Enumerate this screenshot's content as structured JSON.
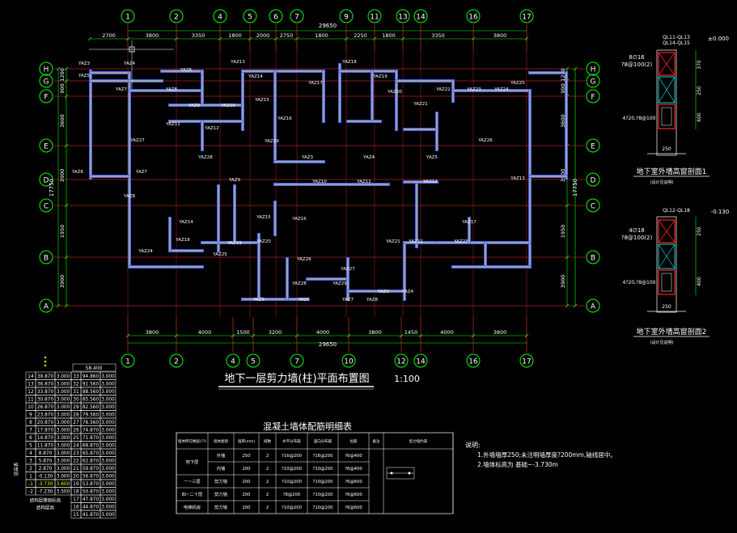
{
  "colors": {
    "background": "#000000",
    "axis_circle": "#00ff00",
    "axis_line": "#ff3333",
    "dim_line": "#00ff00",
    "wall_fill": "#a0a0a0",
    "wall_outline": "#ffffff",
    "rebar_blue": "#3a5cff",
    "label_text": "#ffffff",
    "highlight_text": "#ffff00",
    "green_text": "#00ff00",
    "grid_cell": "#ffffff",
    "section_red": "#ff2020",
    "section_cyan": "#00ffff"
  },
  "axes": {
    "top_columns": [
      "1",
      "2",
      "4",
      "5",
      "6",
      "7",
      "9",
      "11",
      "13",
      "14",
      "16",
      "17"
    ],
    "bottom_columns": [
      "1",
      "2",
      "4",
      "5",
      "7",
      "10",
      "12",
      "14",
      "16",
      "17"
    ],
    "rows_left": [
      "H",
      "G",
      "F",
      "E",
      "D",
      "C",
      "B",
      "A"
    ],
    "rows_right": [
      "H",
      "G",
      "F",
      "E",
      "D",
      "C",
      "B",
      "A"
    ]
  },
  "dimensions": {
    "top_total": "29650",
    "top_segments": [
      "2700",
      "3800",
      "3350",
      "1800",
      "2000",
      "2750",
      "1800",
      "2250",
      "1800",
      "3350",
      "3800"
    ],
    "bottom_segments": [
      "3800",
      "4000",
      "1500",
      "3200",
      "4000",
      "3800",
      "1450",
      "4000",
      "3800"
    ],
    "bottom_total": "29650",
    "left_segments": [
      "1200",
      "900",
      "3600",
      "3900",
      "1950",
      "3900"
    ],
    "left_total": "17750",
    "right_segments": [
      "1200",
      "900",
      "3600",
      "3900",
      "1950",
      "3900"
    ],
    "right_total": "17750"
  },
  "title": {
    "main": "地下一层剪力墙(柱)平面布置图",
    "scale": "1:100"
  },
  "section1": {
    "title": "地下室外墙高窗剖面1",
    "subtitle": "(设计见说明)",
    "top_labels": [
      "QL11-QL13",
      "QL14-QL15"
    ],
    "elevation": "±0.000",
    "rebar1": "8∅16",
    "rebar2": "?8@100(2)",
    "rebar3": "4?20,?8@100",
    "dims": [
      "370",
      "250",
      "600",
      "250"
    ]
  },
  "section2": {
    "title": "地下室外墙高窗剖面2",
    "subtitle": "(设计见说明)",
    "top_label": "QL12-QL18",
    "elevation": "-0.130",
    "rebar1": "4∅18",
    "rebar2": "?8@100(2)",
    "rebar3": "4?20,?8@100",
    "dims": [
      "250",
      "400",
      "250"
    ]
  },
  "floor_table": {
    "rows": [
      [
        "14",
        "39.870",
        "3.000",
        "33",
        "94.860",
        "3.000"
      ],
      [
        "13",
        "36.870",
        "3.000",
        "32",
        "91.560",
        "3.000"
      ],
      [
        "12",
        "33.870",
        "3.000",
        "31",
        "88.560",
        "3.000"
      ],
      [
        "11",
        "30.870",
        "3.000",
        "30",
        "85.560",
        "3.000"
      ],
      [
        "10",
        "26.870",
        "3.000",
        "29",
        "82.560",
        "3.000"
      ],
      [
        "9",
        "23.870",
        "3.000",
        "28",
        "79.560",
        "3.000"
      ],
      [
        "8",
        "20.870",
        "3.000",
        "27",
        "76.560",
        "3.000"
      ],
      [
        "7",
        "17.870",
        "3.000",
        "26",
        "74.870",
        "3.000"
      ],
      [
        "6",
        "14.870",
        "3.000",
        "25",
        "71.870",
        "3.000"
      ],
      [
        "5",
        "11.870",
        "3.000",
        "24",
        "68.870",
        "3.000"
      ],
      [
        "4",
        "8.870",
        "3.000",
        "23",
        "65.870",
        "3.000"
      ],
      [
        "3",
        "5.870",
        "3.000",
        "22",
        "62.870",
        "3.000"
      ],
      [
        "2",
        "2.870",
        "3.000",
        "21",
        "59.870",
        "3.000"
      ],
      [
        "1",
        "-0.130",
        "3.000",
        "20",
        "56.870",
        "3.000"
      ],
      [
        "-1",
        "-3.730",
        "3.600",
        "19",
        "53.870",
        "3.000"
      ],
      [
        "-2",
        "-7.230",
        "3.500",
        "18",
        "50.870",
        "3.000"
      ],
      [
        "",
        "",
        "",
        "17",
        "47.870",
        "3.000"
      ],
      [
        "",
        "",
        "",
        "16",
        "44.870",
        "3.000"
      ],
      [
        "",
        "",
        "",
        "15",
        "41.870",
        "3.000"
      ]
    ],
    "top_right": "58.400",
    "footer": "结构层楼面标高",
    "footer2": "结构层高",
    "side_label": "层高表"
  },
  "rebar_table": {
    "title": "混凝土墙体配筋明细表",
    "headers": [
      "墙体所在楼层(??)",
      "墙体类别",
      "墙厚(mm)",
      "排数",
      "水平分布筋",
      "竖向分布筋",
      "拉筋",
      "备注",
      "剪力墙约束"
    ],
    "rows": [
      [
        "地下层",
        "外墙",
        "250",
        "2",
        "?16@200",
        "?16@200",
        "?6@400"
      ],
      [
        "",
        "内墙",
        "200",
        "2",
        "?10@200",
        "?10@200",
        "?6@400"
      ],
      [
        "一~三层",
        "剪力墙",
        "200",
        "2",
        "?10@200",
        "?10@200",
        "?6@600"
      ],
      [
        "四~二十层",
        "剪力墙",
        "200",
        "2",
        "?8@200",
        "?10@200",
        "?6@600"
      ],
      [
        "电梯机房",
        "剪力墙",
        "200",
        "2",
        "?10@200",
        "?10@200",
        "?6@600"
      ]
    ]
  },
  "notes": {
    "heading": "说明:",
    "line1": "1.外墙墙厚250;未注明墙厚度?200mm,轴线居中。",
    "line2": "2.墙体标高为 基础~-3.730m"
  },
  "wall_labels": [
    "YAZ3",
    "YAZ4",
    "YAZ5",
    "YAZ6",
    "YAZ7",
    "YAZ8",
    "YAZ9",
    "YAZ10",
    "YAZ11",
    "YAZ12",
    "YAZ13",
    "YAZ14",
    "YAZ15",
    "YAZ16",
    "YAZ17",
    "YAZ18",
    "YAZ19",
    "YAZ20",
    "YAZ21",
    "YAZ22",
    "YAZ23",
    "YAZ24",
    "YAZ25",
    "YAZ26",
    "YAZ27",
    "YAZ28",
    "YAZ29"
  ]
}
